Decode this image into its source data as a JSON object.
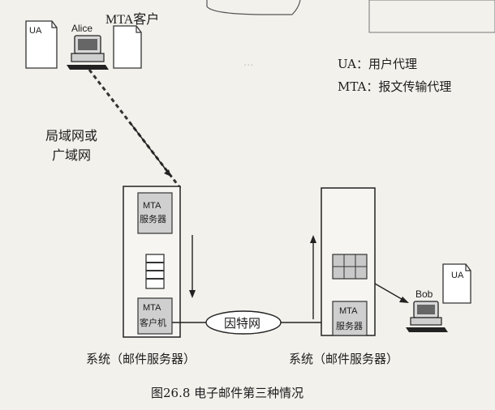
{
  "diagram": {
    "labels": {
      "ua_left": "UA",
      "alice": "Alice",
      "mta_client_top": "MTA客户",
      "network_lan": "局域网或",
      "network_wan": "广域网",
      "mta_server_line1": "MTA",
      "mta_server_line2": "服务器",
      "mta_client_line1": "MTA",
      "mta_client_line2": "客户机",
      "internet": "因特网",
      "mta_server_right_line1": "MTA",
      "mta_server_right_line2": "服务器",
      "bob": "Bob",
      "ua_right": "UA",
      "system_left": "系统（邮件服务器）",
      "system_right": "系统（邮件服务器）"
    },
    "legend": {
      "ua": "UA：用户代理",
      "mta": "MTA：报文传输代理"
    },
    "caption": "图26.8 电子邮件第三种情况"
  }
}
